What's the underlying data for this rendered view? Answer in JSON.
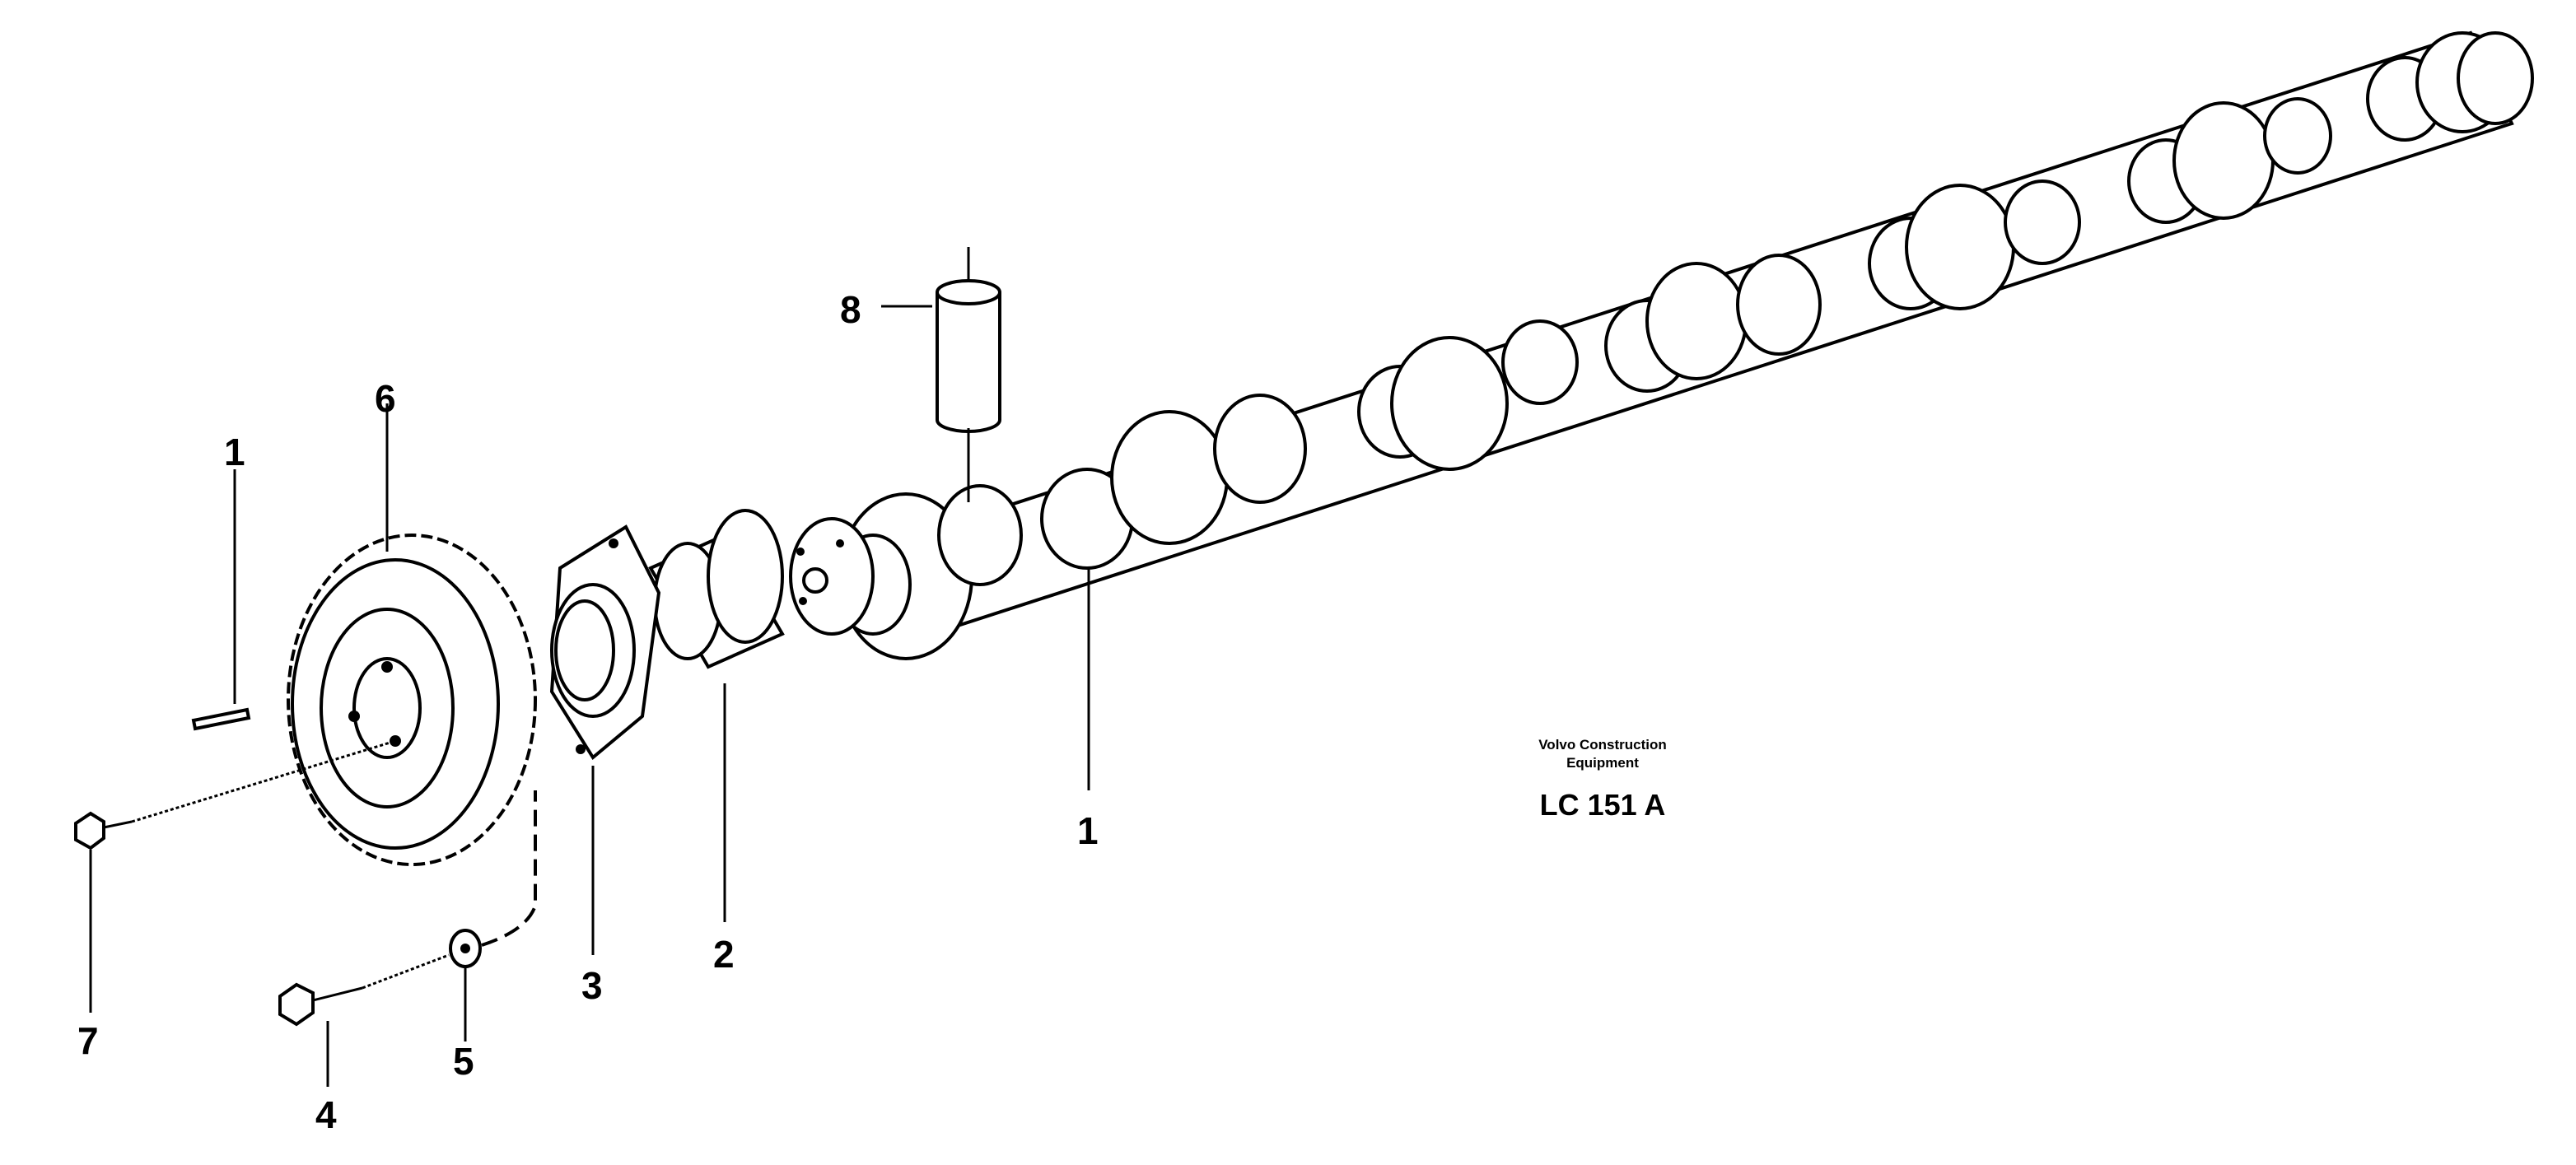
{
  "diagram": {
    "caption_org_line1": "Volvo Construction",
    "caption_org_line2": "Equipment",
    "reference_code": "LC 151 A",
    "callouts": {
      "pin_left": "1",
      "pin_right": "1",
      "sleeve": "2",
      "thrust_flange": "3",
      "flange_screw": "4",
      "washer": "5",
      "gear": "6",
      "gear_screw": "7",
      "bushing": "8"
    }
  }
}
